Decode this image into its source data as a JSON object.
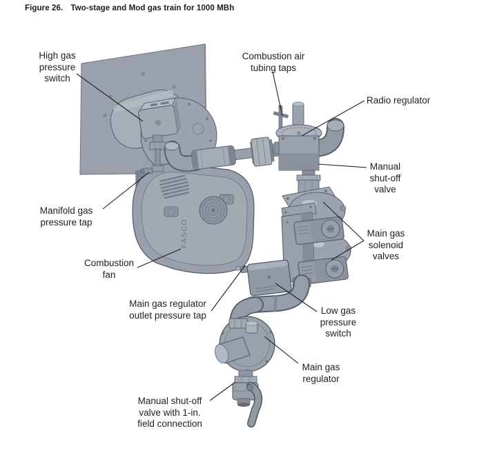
{
  "figure": {
    "caption_label": "Figure 26.",
    "caption_text": "Two-stage and Mod gas train for 1000 MBh"
  },
  "diagram": {
    "brand_text": "FASCO",
    "labels": {
      "high_gas_pressure_switch": "High gas\npressure\nswitch",
      "combustion_air_tubing_taps": "Combustion air\ntubing taps",
      "radio_regulator": "Radio regulator",
      "manual_shut_off_valve": "Manual\nshut-off\nvalve",
      "main_gas_solenoid_valves": "Main gas\nsolenoid\nvalves",
      "manifold_gas_pressure_tap": "Manifold gas\npressure tap",
      "combustion_fan": "Combustion\nfan",
      "main_gas_regulator_outlet_pressure_tap": "Main gas regulator\noutlet pressure tap",
      "low_gas_pressure_switch": "Low gas\npressure\nswitch",
      "main_gas_regulator": "Main gas\nregulator",
      "manual_shut_off_valve_field_connection": "Manual shut-off\nvalve with 1-in.\nfield connection"
    }
  },
  "colors": {
    "background": "#ffffff",
    "text": "#1f1f1f",
    "metal_light": "#aab1bb",
    "metal_mid": "#99a0ab",
    "metal_dark": "#868d98",
    "outline": "#4e5764"
  }
}
